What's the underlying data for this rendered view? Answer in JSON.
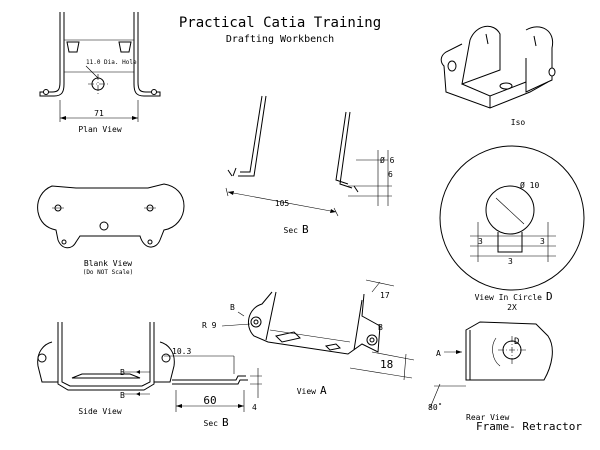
{
  "title": "Practical Catia Training",
  "subtitle": "Drafting Workbench",
  "part_name": "Frame- Retractor",
  "views": {
    "plan": {
      "label": "Plan View",
      "hole_note": "11.0 Dia. Hole",
      "dim_width": "71"
    },
    "iso": {
      "label": "Iso"
    },
    "blank": {
      "label": "Blank View",
      "note": "(Do NOT Scale)"
    },
    "sec_top": {
      "label_prefix": "Sec",
      "label_letter": "B",
      "dim_length": "105",
      "dim_dia": "Ø 6",
      "dim_offset": "6"
    },
    "circle_d": {
      "label_prefix": "View In Circle",
      "label_letter": "D",
      "scale": "2X",
      "dim_dia": "Ø 10",
      "dim_left": "3",
      "dim_right": "3",
      "dim_bottom": "3"
    },
    "side": {
      "label": "Side View",
      "cut_top": "B",
      "cut_bottom": "B"
    },
    "view_a": {
      "label_prefix": "View",
      "label_letter": "A",
      "radius": "R 9",
      "dim_top": "17",
      "dim_side": "18",
      "cut_left": "B",
      "cut_right": "B"
    },
    "sec_bottom": {
      "label_prefix": "Sec",
      "label_letter": "B",
      "dim_offset": "10.3",
      "dim_length": "60",
      "dim_thick": "4"
    },
    "rear": {
      "label": "Rear View",
      "arrow_label": "A",
      "detail_label": "D",
      "angle": "80˚"
    }
  }
}
